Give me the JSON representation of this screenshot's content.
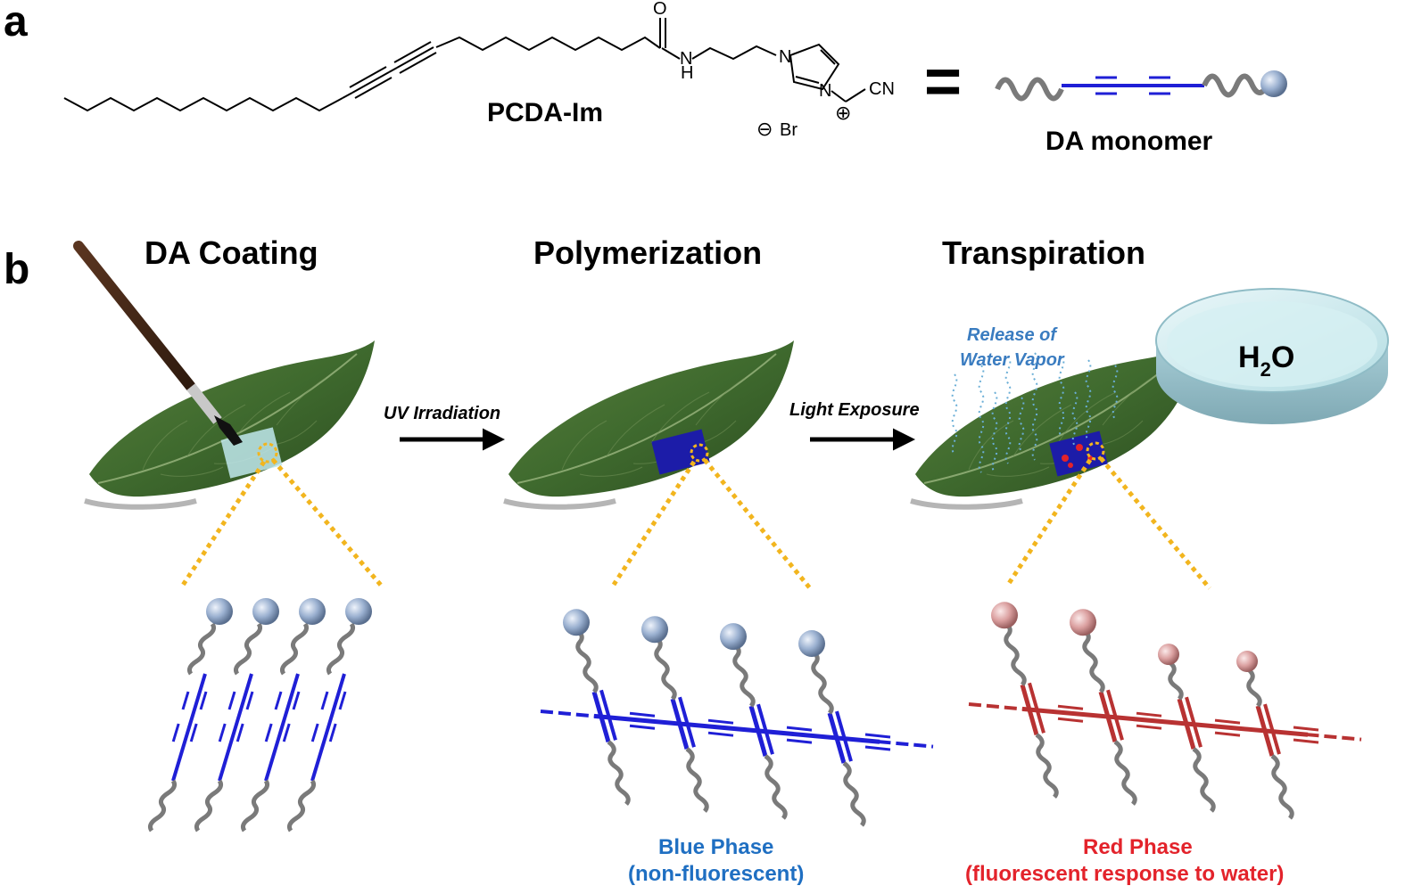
{
  "panel_a": {
    "letter": "a",
    "compound_name": "PCDA-Im",
    "atom_O": "O",
    "atom_N": "N",
    "atom_H": "H",
    "atom_N1": "N",
    "atom_N2": "N",
    "atom_CN": "CN",
    "plus": "⊕",
    "minus": "⊖",
    "bromide": "Br",
    "equals": "=",
    "monomer_label": "DA monomer"
  },
  "panel_b": {
    "letter": "b",
    "step1_title": "DA Coating",
    "step2_title": "Polymerization",
    "step3_title": "Transpiration",
    "arrow1_label": "UV Irradiation",
    "arrow2_label": "Light Exposure",
    "vapor_line1": "Release of",
    "vapor_line2": "Water Vapor",
    "water_H": "H",
    "water_sub": "2",
    "water_O": "O",
    "blue_phase_line1": "Blue Phase",
    "blue_phase_line2": "(non-fluorescent)",
    "red_phase_line1": "Red Phase",
    "red_phase_line2": "(fluorescent response to water)"
  },
  "colors": {
    "diacetylene_blue": "#1f1fd6",
    "polymer_red": "#b83232",
    "leaf_green": "#3f6a2e",
    "guide_yellow": "#f2b51e",
    "blue_text": "#1f6fc2",
    "red_text": "#e3232b",
    "vapor_blue": "#6aaed6",
    "head_blue": "#8fa7c7",
    "head_pink": "#d99a9a",
    "dish_cyan": "#bfe7ec"
  }
}
